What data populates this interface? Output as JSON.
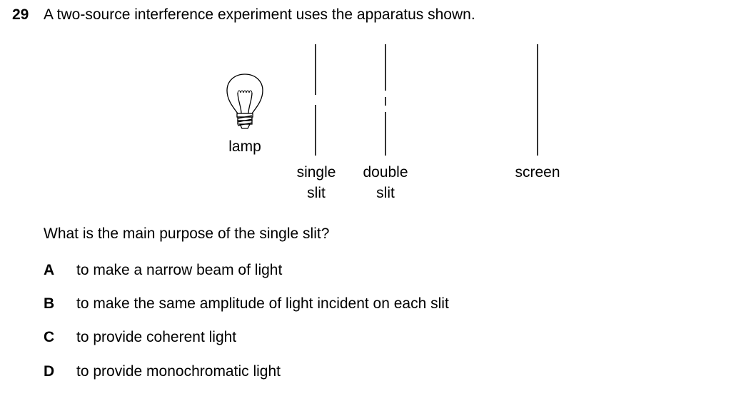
{
  "question": {
    "number": "29",
    "text": "A two-source interference experiment uses the apparatus shown.",
    "prompt": "What is the main purpose of the single slit?"
  },
  "diagram": {
    "lamp_label": "lamp",
    "single_slit_label_line1": "single",
    "single_slit_label_line2": "slit",
    "double_slit_label_line1": "double",
    "double_slit_label_line2": "slit",
    "screen_label": "screen"
  },
  "options": [
    {
      "letter": "A",
      "text": "to make a narrow beam of light"
    },
    {
      "letter": "B",
      "text": "to make the same amplitude of light incident on each slit"
    },
    {
      "letter": "C",
      "text": "to provide coherent light"
    },
    {
      "letter": "D",
      "text": "to provide monochromatic light"
    }
  ]
}
